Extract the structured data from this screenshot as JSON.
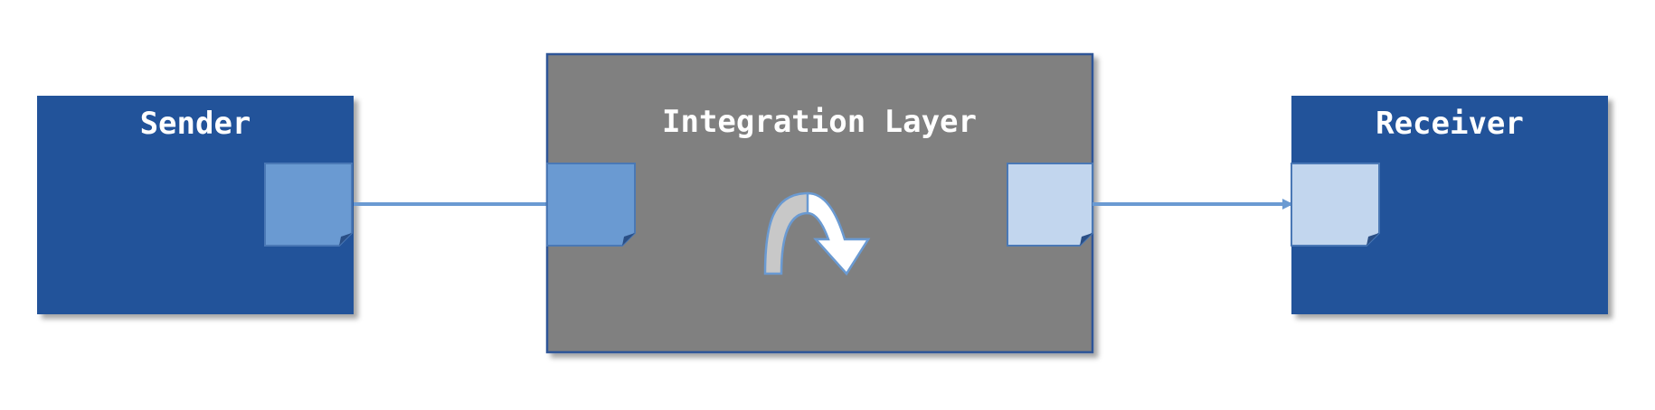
{
  "diagram": {
    "sender": {
      "label": "Sender"
    },
    "integration": {
      "label": "Integration Layer"
    },
    "receiver": {
      "label": "Receiver"
    }
  },
  "colors": {
    "box_blue": "#22529a",
    "box_gray": "#808080",
    "doc_mid": "#6a9ad2",
    "doc_light": "#c2d6ee",
    "connector": "#6a9ad2",
    "box_border": "#2f5597"
  },
  "icons": {
    "sender_doc": "document-icon",
    "integration_in_doc": "document-icon",
    "integration_out_doc": "document-icon",
    "receiver_doc": "document-icon",
    "transform": "curved-arrow-icon"
  }
}
